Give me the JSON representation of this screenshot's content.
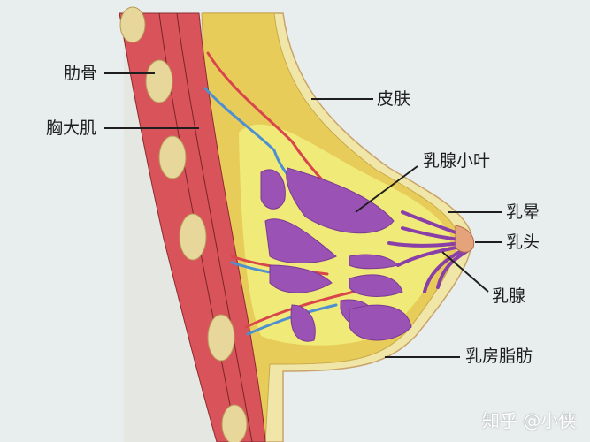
{
  "diagram": {
    "subject": "breast anatomy cross-section",
    "labels": {
      "rib": "肋骨",
      "pectoralis_major": "胸大肌",
      "skin": "皮肤",
      "lobule": "乳腺小叶",
      "areola": "乳晕",
      "nipple": "乳头",
      "mammary_gland": "乳腺",
      "breast_fat": "乳房脂肪"
    },
    "colors": {
      "background": "#e8eeee",
      "muscle": "#d9545a",
      "rib_bone": "#e7d79a",
      "skin": "#efe6a8",
      "fat": "#e8cc5a",
      "gland_tissue": "#f0ea78",
      "lobule": "#9b52b5",
      "artery": "#d8454a",
      "vein": "#4d8fd0",
      "leader_line": "#1e1e1e"
    }
  },
  "watermark": {
    "text": "知乎 @小侠"
  }
}
